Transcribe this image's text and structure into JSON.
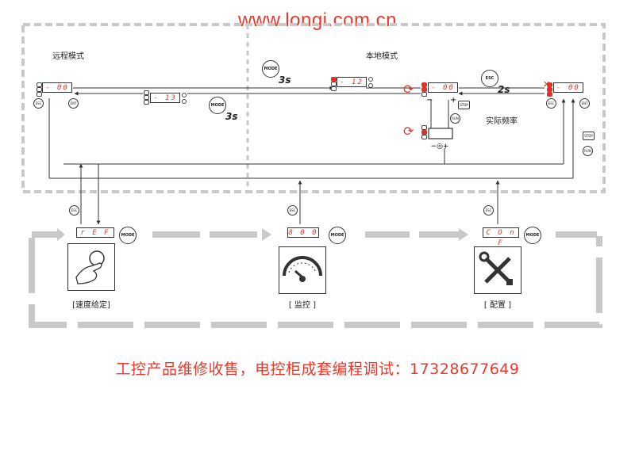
{
  "watermark": "www.longi.com.cn",
  "remote_mode": {
    "label": "远程模式",
    "display_main": "- 00",
    "display_sub": "- 13"
  },
  "local_mode": {
    "label": "本地模式",
    "display_left": "- 12",
    "display_mid": "- 00",
    "display_right": "- 00",
    "display_pot": ""
  },
  "actual_freq": "实际频率",
  "timers": {
    "mode_3s_top": "3s",
    "mode_3s_bottom": "3s",
    "esc_2s": "2s"
  },
  "button_labels": {
    "esc": "ESC",
    "ent": "ENT",
    "mode": "MODE",
    "run": "RUN",
    "stop": "STOP"
  },
  "sections": [
    {
      "label": "[速度给定]",
      "display": "r E F"
    },
    {
      "label": "[ 监控 ]",
      "display": "8 0 0"
    },
    {
      "label": "[ 配置 ]",
      "display": "C O n F"
    }
  ],
  "footer": "工控产品维修收售，电控柜成套编程调试：17328677649",
  "colors": {
    "accent_red": "#d9362a",
    "dashed_gray": "#c8c8c8",
    "watermark_red": "#e8392b"
  }
}
